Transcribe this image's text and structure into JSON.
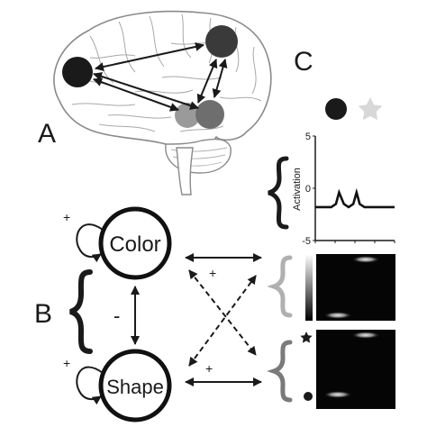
{
  "panels": {
    "a": "A",
    "b": "B",
    "c": "C"
  },
  "nodes": {
    "color": "Color",
    "shape": "Shape"
  },
  "signs": {
    "self_excite_color": "+",
    "self_excite_shape": "+",
    "inhibition": "-",
    "cross_top": "+",
    "cross_bottom": "+"
  },
  "chart": {
    "y_axis_label": "Activation",
    "y_ticks": [
      "5",
      "0",
      "-5"
    ]
  },
  "chart_data": {
    "type": "line",
    "ylabel": "Activation",
    "ylim": [
      -5,
      5
    ],
    "y_ticks": [
      5,
      0,
      -5
    ],
    "x": [
      0,
      8,
      14,
      20,
      26,
      30,
      36,
      42,
      48,
      52,
      56,
      62,
      68,
      74,
      80,
      86,
      100
    ],
    "y": [
      -1.8,
      -1.8,
      -1.8,
      -1.8,
      -1.5,
      -0.4,
      -1.5,
      -1.8,
      -1.5,
      -0.4,
      -1.5,
      -1.8,
      -1.8,
      -1.8,
      -1.8,
      -1.8,
      -1.8
    ]
  },
  "colors": {
    "ink": "#1a1a1a",
    "region_dark": "#2a2a2a",
    "region_mid": "#6e6e6e",
    "region_light": "#9a9a9a",
    "star": "#d8d8d8",
    "field_bg": "#050505"
  },
  "icons": [
    "brain-illustration",
    "circle-stimulus-icon",
    "star-stimulus-icon"
  ]
}
